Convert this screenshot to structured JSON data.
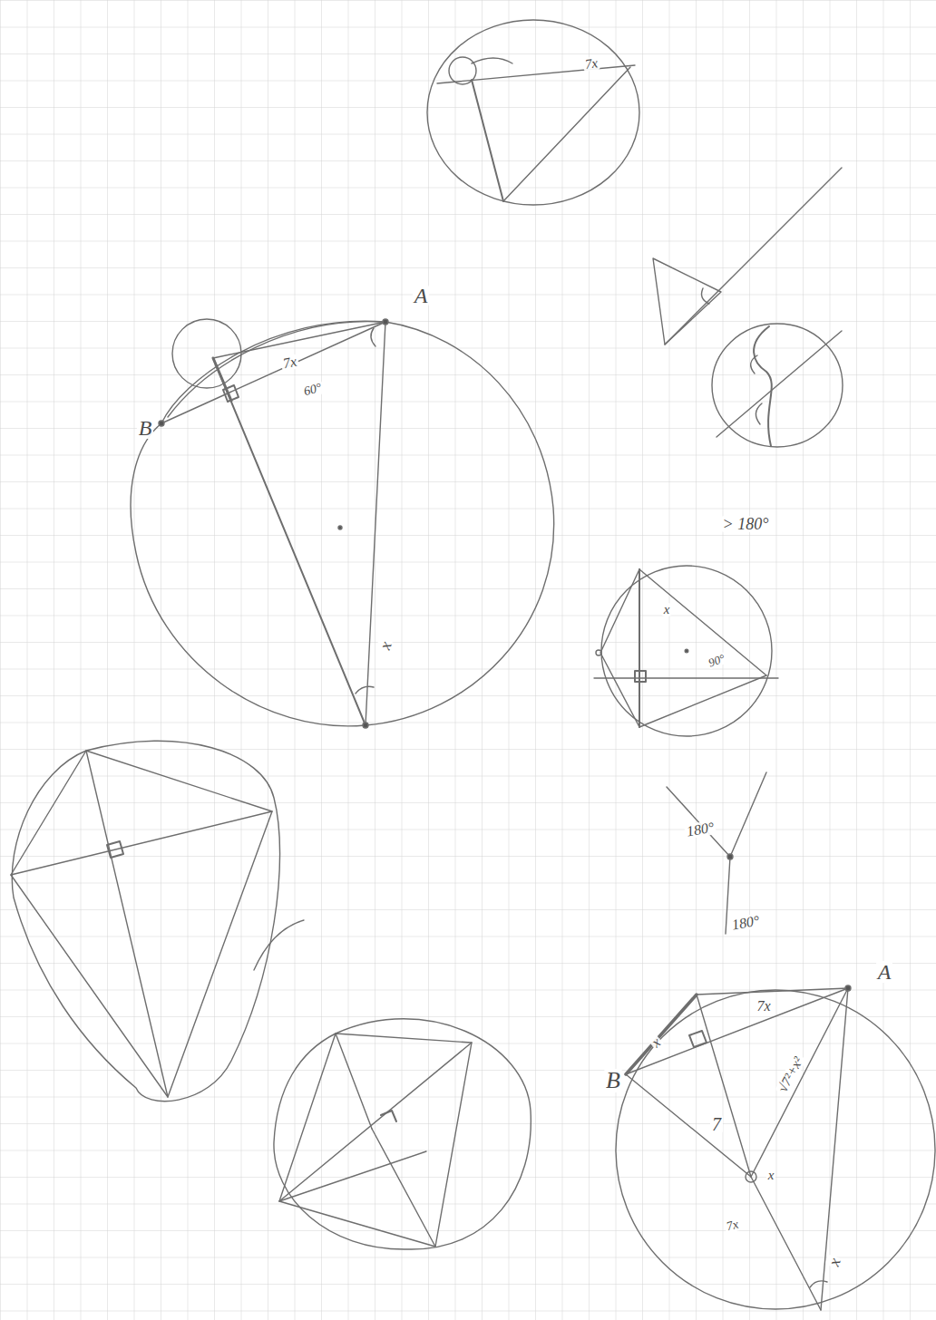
{
  "diagram": {
    "labels": [
      "7x",
      "A",
      "7x",
      "60°",
      "B",
      "x",
      "> 180°",
      "x",
      "90°",
      "180°",
      "180°",
      "A",
      "B",
      "7x",
      "x",
      "7",
      "√7²+x²",
      "x",
      "7x",
      "x"
    ]
  }
}
